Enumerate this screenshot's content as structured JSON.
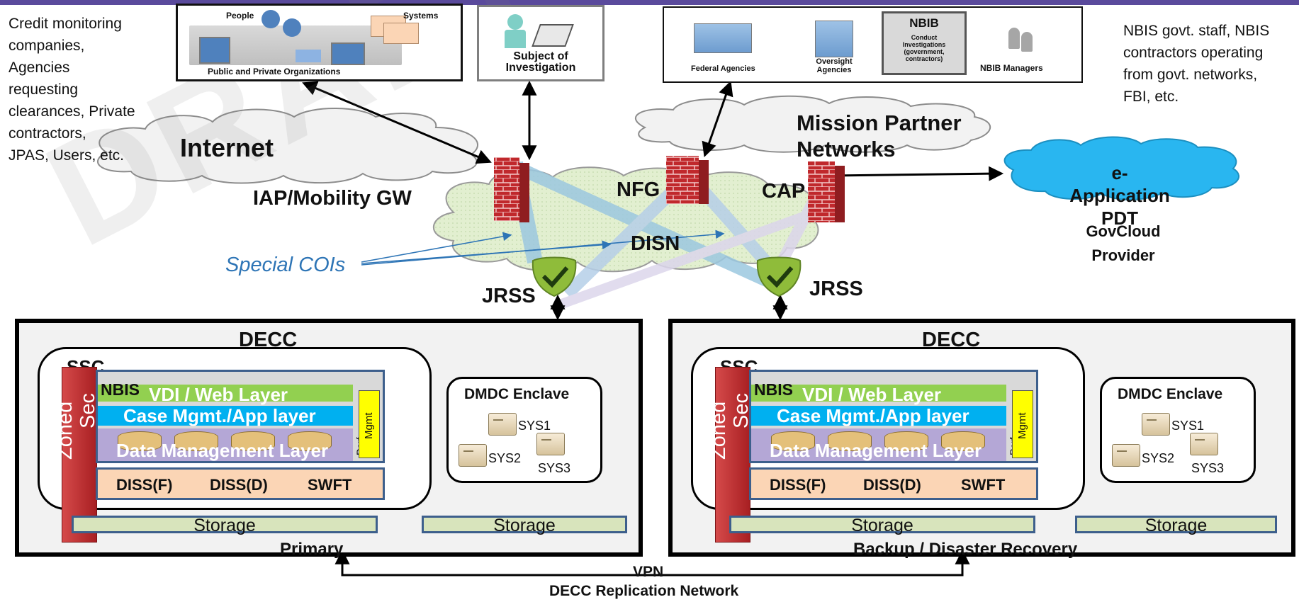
{
  "colors": {
    "top_bar": "#5a4a9c",
    "cloud_gray": "#f2f2f2",
    "cloud_blue": "#29b6f0",
    "cloud_green": "#e2efd0",
    "firewall_red": "#c0282c",
    "decc_bg": "#f2f2f2",
    "vdi_layer": "#92d050",
    "case_layer": "#00b0f0",
    "data_layer": "#b4a7d6",
    "diss_layer": "#fbd5b5",
    "storage": "#d8e4bc",
    "mgmt": "#ffff00",
    "zoned_sec": "#c0282c",
    "special_cois": "#2e75b6"
  },
  "watermark": "DRAFT",
  "notes": {
    "left": [
      "Credit monitoring",
      "companies,",
      "Agencies",
      "requesting",
      "clearances, Private",
      "contractors,",
      "JPAS, Users, etc."
    ],
    "right": [
      "NBIS govt. staff, NBIS",
      "contractors operating",
      "from govt. networks,",
      "FBI, etc."
    ]
  },
  "external_boxes": {
    "orgs": {
      "people": "People",
      "systems": "Systems",
      "caption": "Public and Private Organizations"
    },
    "subject": {
      "line1": "Subject of",
      "line2": "Investigation"
    },
    "agencies": {
      "federal": "Federal Agencies",
      "oversight_1": "Oversight",
      "oversight_2": "Agencies",
      "nbib_title": "NBIB",
      "nbib_desc": [
        "Conduct",
        "Investigations",
        "(government,",
        "contractors)"
      ],
      "managers": "NBIB Managers"
    }
  },
  "networks": {
    "internet": "Internet",
    "mission_1": "Mission Partner",
    "mission_2": "Networks",
    "eapp_1": "e-Application",
    "eapp_2": "PDT",
    "govcloud_1": "GovCloud",
    "govcloud_2": "Provider",
    "iap": "IAP/Mobility GW",
    "nfg": "NFG",
    "cap": "CAP",
    "disn": "DISN",
    "special_cois": "Special COIs",
    "jrss_left": "JRSS",
    "jrss_right": "JRSS"
  },
  "deccs": [
    {
      "title": "DECC",
      "ssc": "SSC",
      "zoned": "Zoned",
      "sec": "Sec",
      "nbis": "NBIS",
      "vdi": "VDI / Web Layer",
      "case": "Case Mgmt./App layer",
      "data": "Data Management Layer",
      "perf": "Perf.",
      "mgmt": "Mgmt",
      "diss_f": "DISS(F)",
      "diss_d": "DISS(D)",
      "swft": "SWFT",
      "dmdc": "DMDC Enclave",
      "sys1": "SYS1",
      "sys2": "SYS2",
      "sys3": "SYS3",
      "storage_1": "Storage",
      "storage_2": "Storage",
      "caption": "Primary"
    },
    {
      "title": "DECC",
      "ssc": "SSC",
      "zoned": "Zoned",
      "sec": "Sec",
      "nbis": "NBIS",
      "vdi": "VDI / Web Layer",
      "case": "Case Mgmt./App layer",
      "data": "Data Management Layer",
      "perf": "Perf.",
      "mgmt": "Mgmt",
      "diss_f": "DISS(F)",
      "diss_d": "DISS(D)",
      "swft": "SWFT",
      "dmdc": "DMDC Enclave",
      "sys1": "SYS1",
      "sys2": "SYS2",
      "sys3": "SYS3",
      "storage_1": "Storage",
      "storage_2": "Storage",
      "caption": "Backup / Disaster Recovery"
    }
  ],
  "replication": {
    "vpn": "VPN",
    "network": "DECC Replication Network"
  }
}
